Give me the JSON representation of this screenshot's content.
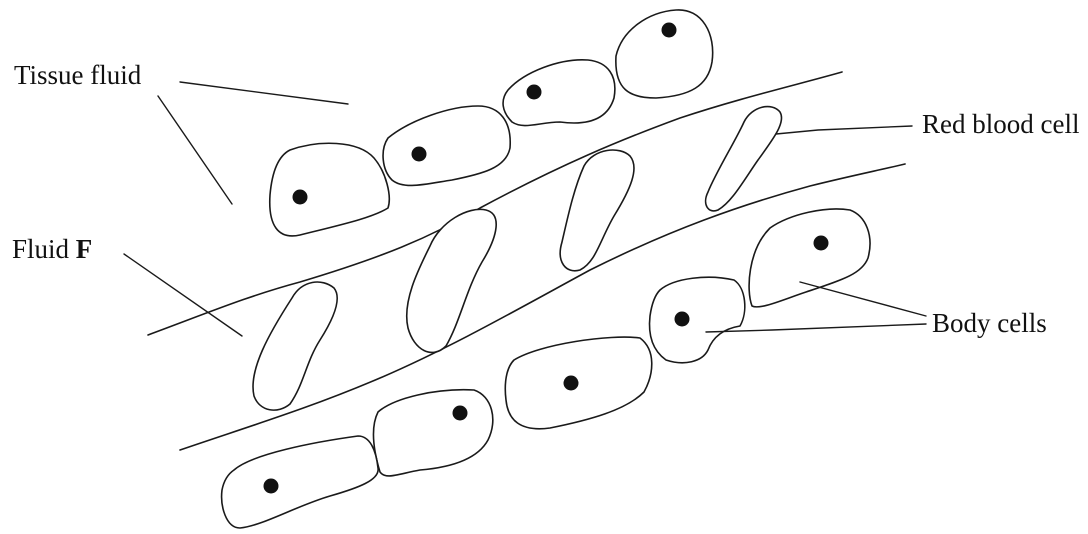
{
  "labels": {
    "tissue_fluid": "Tissue fluid",
    "fluid_f_prefix": "Fluid ",
    "fluid_f_letter": "F",
    "red_blood_cell": "Red blood cell",
    "body_cells": "Body cells"
  },
  "colors": {
    "line": "#1a1a1a",
    "nucleus": "#111111",
    "background": "#ffffff"
  }
}
